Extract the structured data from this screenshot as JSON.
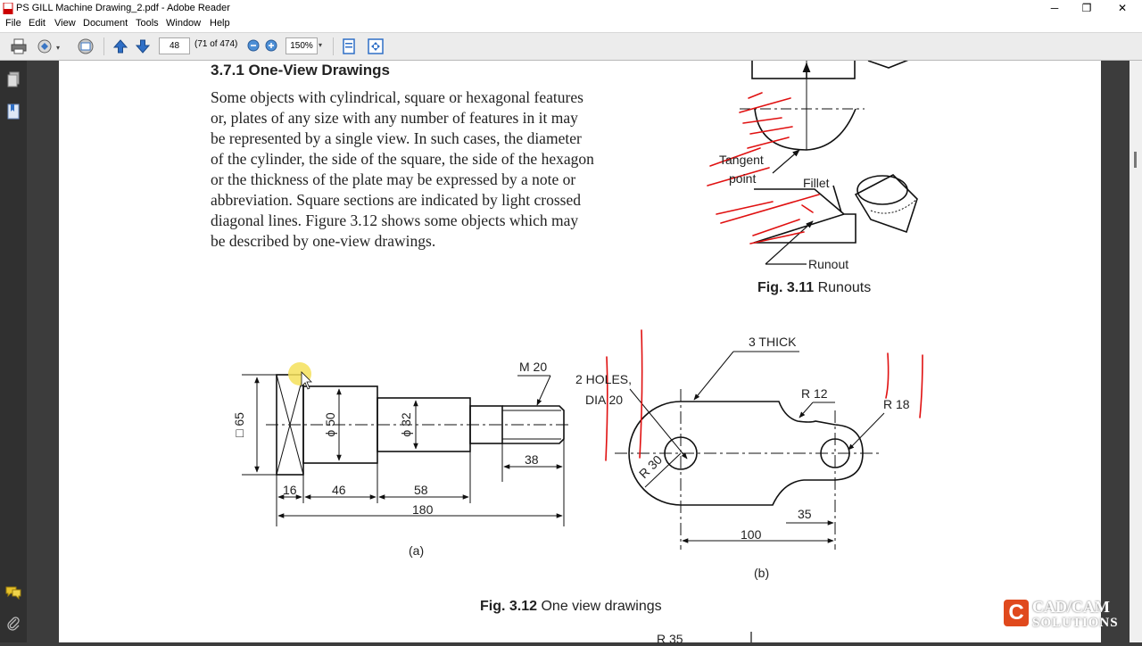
{
  "window": {
    "title": "PS GILL Machine Drawing_2.pdf - Adobe Reader",
    "controls": {
      "minimize": "─",
      "maximize": "❐",
      "close": "✕"
    }
  },
  "menu": [
    "File",
    "Edit",
    "View",
    "Document",
    "Tools",
    "Window",
    "Help"
  ],
  "toolbar": {
    "page_number": "48",
    "page_count": "(71 of 474)",
    "zoom": "150%"
  },
  "document": {
    "section_heading": "3.7.1  One-View Drawings",
    "paragraph_lines": [
      "Some objects with cylindrical, square or hexagonal features",
      "or, plates of any size with any number of features in it may",
      "be represented by a single  view. In such cases, the diameter",
      "of the cylinder, the side of the square, the side of the hexagon",
      "or the thickness of the plate may be expressed by a note or",
      "abbreviation. Square sections are indicated by light crossed",
      "diagonal lines. Figure 3.12 shows some objects which may",
      "be described by one-view drawings."
    ],
    "fig311": {
      "labels": {
        "tangent": "Tangent",
        "point": "point",
        "fillet": "Fillet",
        "runout": "Runout"
      },
      "caption_num": "Fig. 3.11",
      "caption_text": "Runouts"
    },
    "fig312a": {
      "labels": {
        "m20": "M 20",
        "sq65": "□ 65",
        "phi50": "ϕ 50",
        "phi32": "ϕ 32",
        "d38": "38",
        "d16": "16",
        "d46": "46",
        "d58": "58",
        "d180": "180",
        "sub": "(a)"
      }
    },
    "fig312b": {
      "labels": {
        "thick": "3 THICK",
        "holes": "2 HOLES,",
        "dia": "DIA 20",
        "r12": "R 12",
        "r18": "R 18",
        "r30": "R 30",
        "d35": "35",
        "d100": "100",
        "sub": "(b)"
      }
    },
    "fig312": {
      "caption_num": "Fig. 3.12",
      "caption_text": "One view drawings"
    },
    "next_page_fragment": "R 35"
  },
  "watermark": {
    "line1": "CAD/CAM",
    "line2": "SOLUTIONS",
    "brand_color": "#e0491d"
  },
  "colors": {
    "annotation_ink": "#e01010",
    "highlight": "#f5e15a"
  }
}
